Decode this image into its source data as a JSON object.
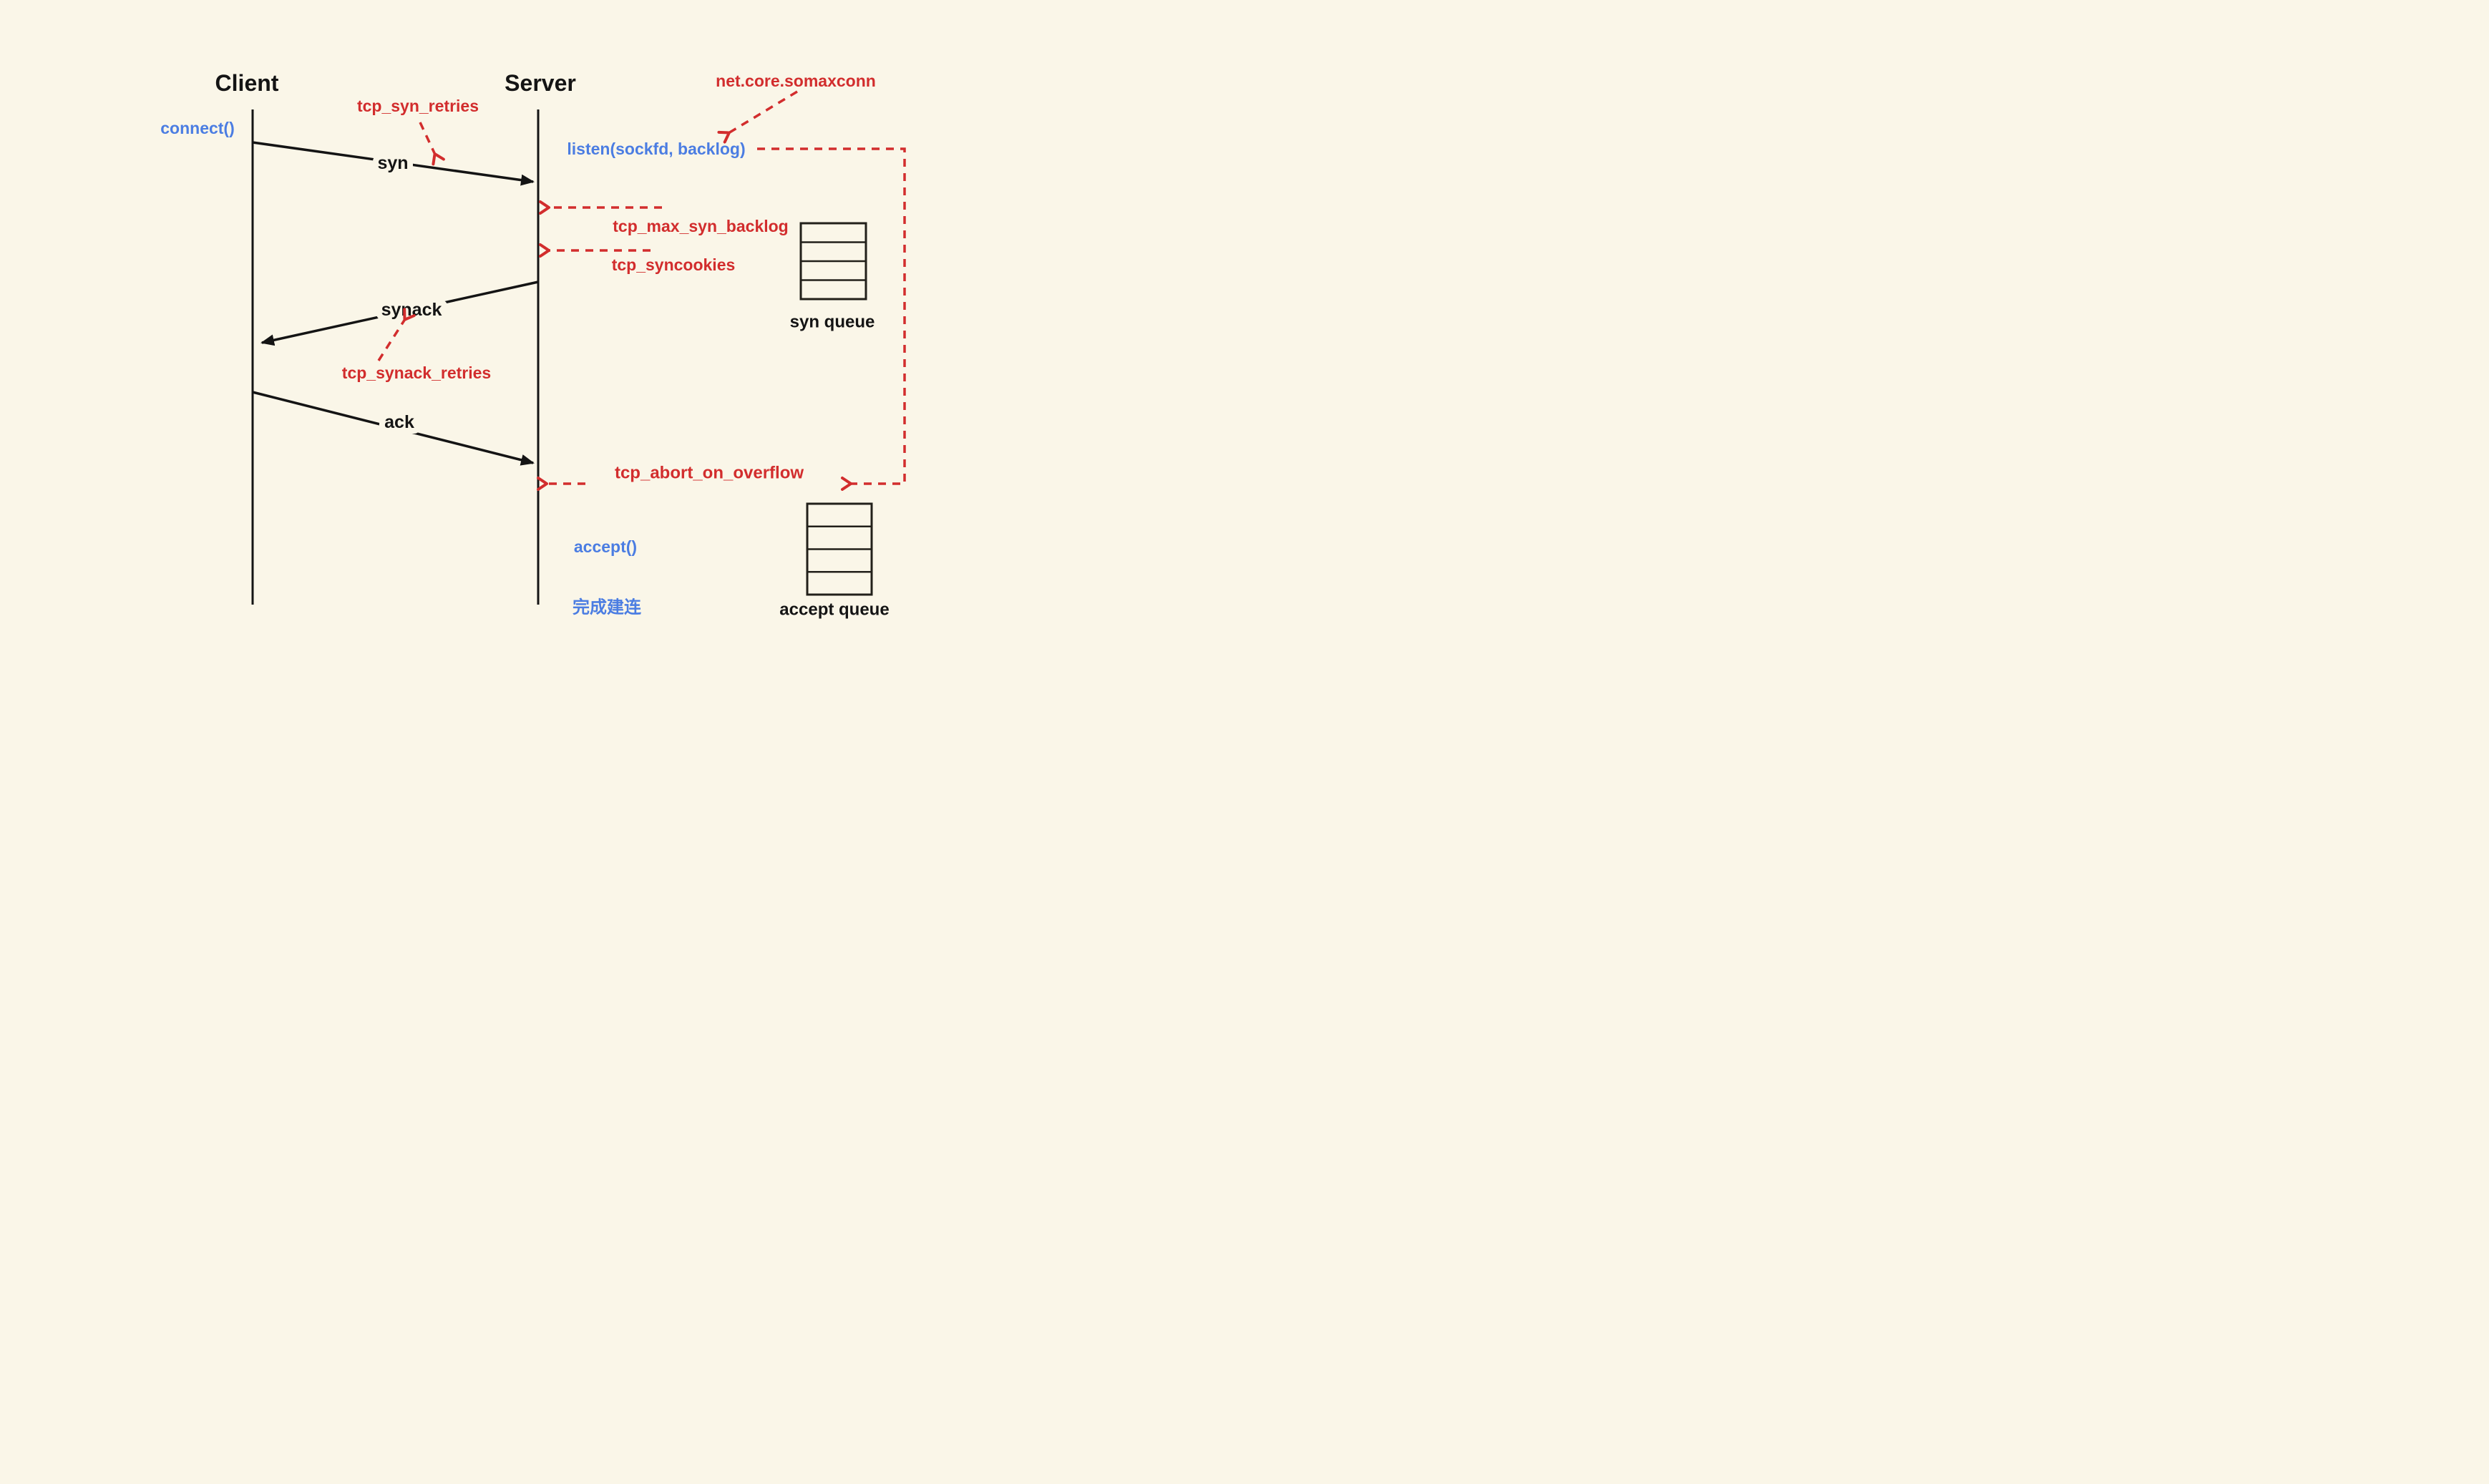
{
  "diagram": {
    "title_semantics": "TCP three-way handshake with Linux kernel tuning parameters",
    "colors": {
      "background": "#faf6e8",
      "red_accent": "#d22d2d",
      "blue_accent": "#4b7de2",
      "line_black": "#141414"
    },
    "actors": {
      "client": "Client",
      "server": "Server"
    },
    "client_calls": {
      "connect": "connect()"
    },
    "server_calls": {
      "listen": "listen(sockfd, backlog)",
      "accept": "accept()",
      "established": "完成建连"
    },
    "messages": {
      "syn": "syn",
      "synack": "synack",
      "ack": "ack"
    },
    "kernel_params": {
      "tcp_syn_retries": "tcp_syn_retries",
      "net_core_somaxconn": "net.core.somaxconn",
      "tcp_max_syn_backlog": "tcp_max_syn_backlog",
      "tcp_syncookies": "tcp_syncookies",
      "tcp_synack_retries": "tcp_synack_retries",
      "tcp_abort_on_overflow": "tcp_abort_on_overflow"
    },
    "queues": {
      "syn_queue": "syn queue",
      "accept_queue": "accept queue"
    }
  }
}
